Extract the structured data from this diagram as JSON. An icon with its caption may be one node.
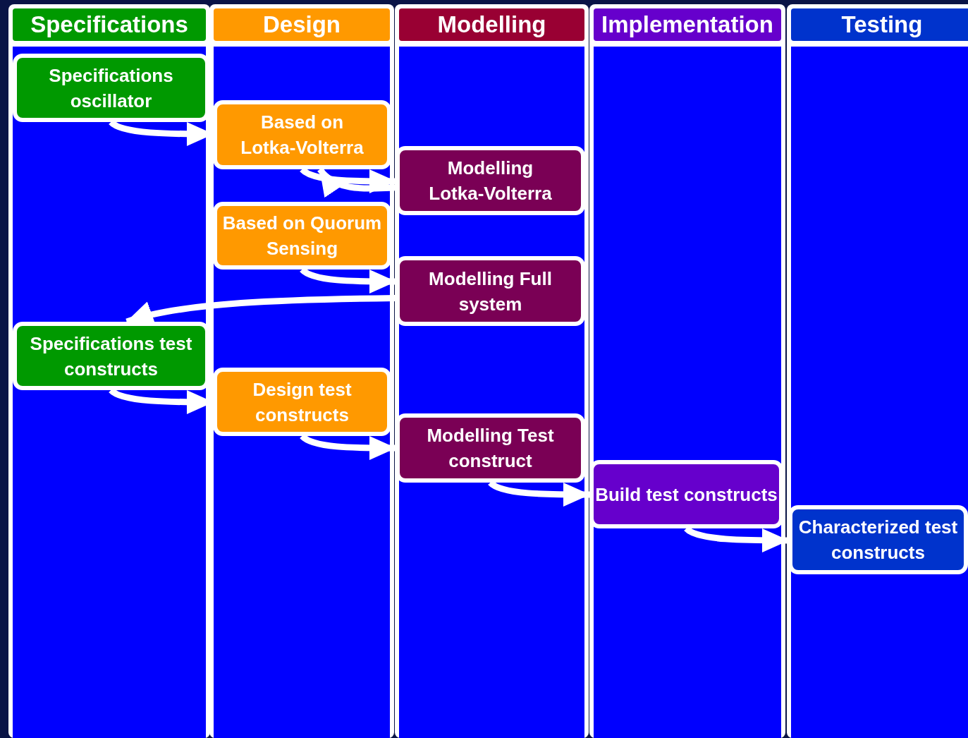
{
  "diagram": {
    "nodes": [
      {
        "text": [
          "Specifications"
        ]
      },
      {
        "text": [
          "Design"
        ]
      },
      {
        "text": [
          "Modelling"
        ]
      },
      {
        "text": [
          "Implementation"
        ]
      },
      {
        "text": [
          "Testing"
        ]
      },
      {
        "text": [
          "Specifications oscillator"
        ],
        "in": 0
      },
      {
        "text": [
          "Based on Lotka-Volterra"
        ],
        "in": 1
      },
      {
        "text": [
          "Modelling Lotka-Volterra"
        ],
        "in": 2
      },
      {
        "text": [
          "Based on Quorum Sensing"
        ],
        "in": 1
      },
      {
        "text": [
          "Modelling Full system"
        ],
        "in": 2
      },
      {
        "text": [
          "Specifications test constructs"
        ],
        "in": 0
      },
      {
        "text": [
          "Design test constructs"
        ],
        "in": 1
      },
      {
        "text": [
          "Modelling Test construct"
        ],
        "in": 2
      },
      {
        "text": [
          "Build test constructs"
        ],
        "in": 3
      },
      {
        "text": [
          "Characterized test constructs"
        ],
        "in": 4
      }
    ],
    "edges": [
      {
        "from": 5,
        "to": 6,
        "arrow": "to"
      },
      {
        "from": 6,
        "to": 7,
        "arrow": "to"
      },
      {
        "from": 7,
        "to": 6,
        "arrow": "to"
      },
      {
        "from": 8,
        "to": 9,
        "arrow": "to"
      },
      {
        "from": 9,
        "to": 10,
        "arrow": "to"
      },
      {
        "from": 10,
        "to": 11,
        "arrow": "to"
      },
      {
        "from": 11,
        "to": 12,
        "arrow": "to"
      },
      {
        "from": 12,
        "to": 13,
        "arrow": "to"
      },
      {
        "from": 13,
        "to": 14,
        "arrow": "to"
      }
    ]
  }
}
